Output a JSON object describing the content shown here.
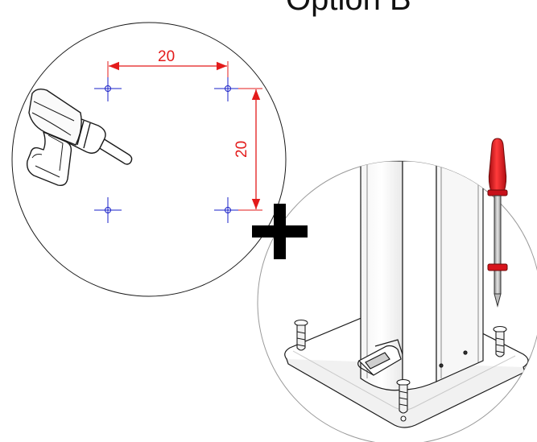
{
  "title": "Option B",
  "dimensions": {
    "horizontal": "20",
    "vertical": "20"
  },
  "colors": {
    "dimension": "#e31b1b",
    "drill_mark": "#1a22c8",
    "line": "#1a1a1a",
    "handle": "#e0141b",
    "plus": "#000000"
  },
  "icons": {
    "drill": "drill-icon",
    "screwdriver": "screwdriver-icon",
    "plus": "plus-icon"
  }
}
